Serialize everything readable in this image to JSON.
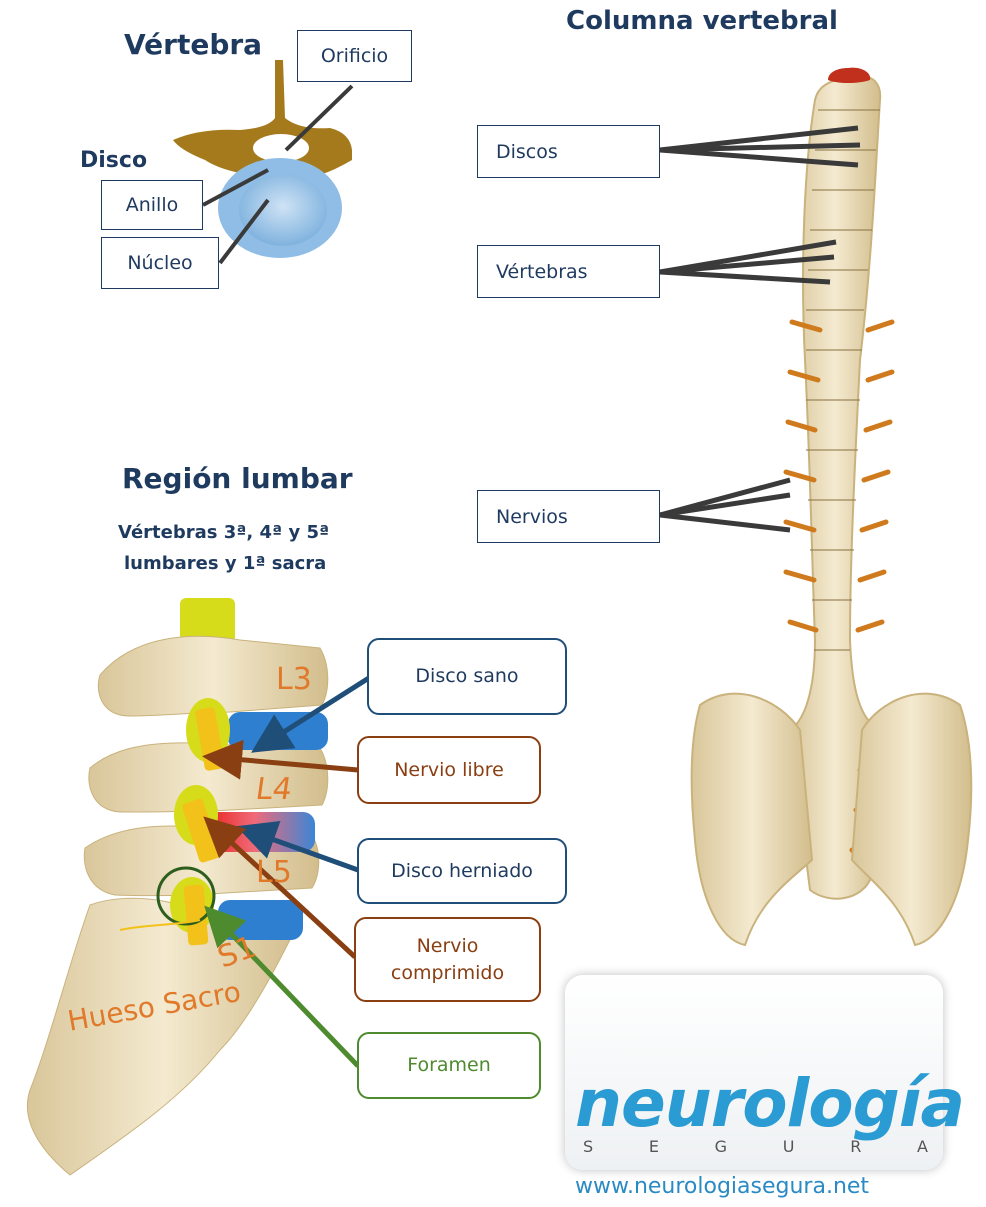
{
  "headings": {
    "vertebra": "Vértebra",
    "disco": "Disco",
    "columna": "Columna vertebral",
    "region": "Región lumbar",
    "region_sub_1": "Vértebras 3ª, 4ª y 5ª",
    "region_sub_2": "lumbares y 1ª sacra"
  },
  "labels": {
    "orificio": "Orificio",
    "anillo": "Anillo",
    "nucleo": "Núcleo",
    "discos": "Discos",
    "vertebras": "Vértebras",
    "nervios": "Nervios",
    "disco_sano": "Disco sano",
    "nervio_libre": "Nervio libre",
    "disco_herniado": "Disco herniado",
    "nervio_comprimido": "Nervio comprimido",
    "foramen": "Foramen"
  },
  "vertebra_labels": [
    "L3",
    "L4",
    "L5",
    "S1"
  ],
  "sacro_label": "Hueso Sacro",
  "logo": {
    "word": "neurología",
    "sub": [
      "S",
      "E",
      "G",
      "U",
      "R",
      "A"
    ],
    "url": "www.neurologiasegura.net"
  },
  "colors": {
    "heading": "#1f3a5f",
    "bone": "#efe2bd",
    "disc_healthy": "#2f7fd0",
    "nerve": "#f2c21b",
    "arrow_blue": "#1f4e79",
    "arrow_brown": "#8a3f12",
    "arrow_green": "#4e8a2e",
    "vertebra_label": "#e07a2a",
    "logo": "#2a9bd3"
  }
}
